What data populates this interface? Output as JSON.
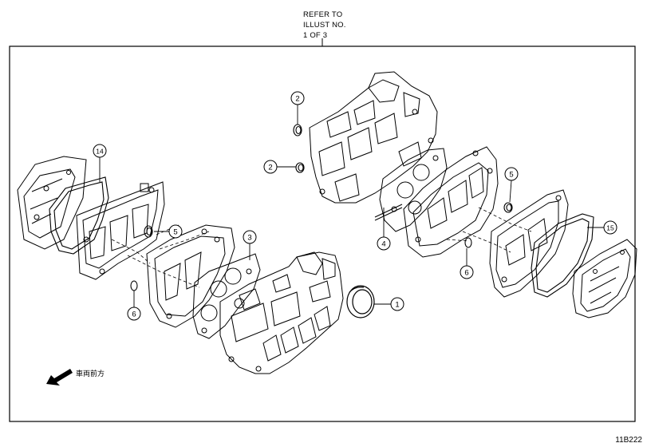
{
  "refer_note": {
    "line1": "REFER TO",
    "line2": "ILLUST NO.",
    "line3": "1 OF 3"
  },
  "direction_label": "車両前方",
  "figure_code": "11B222",
  "callouts": [
    {
      "id": "callout-1",
      "number": "1"
    },
    {
      "id": "callout-2a",
      "number": "2"
    },
    {
      "id": "callout-2b",
      "number": "2"
    },
    {
      "id": "callout-3",
      "number": "3"
    },
    {
      "id": "callout-4",
      "number": "4"
    },
    {
      "id": "callout-5a",
      "number": "5"
    },
    {
      "id": "callout-5b",
      "number": "5"
    },
    {
      "id": "callout-6a",
      "number": "6"
    },
    {
      "id": "callout-6b",
      "number": "6"
    },
    {
      "id": "callout-14",
      "number": "14"
    },
    {
      "id": "callout-15",
      "number": "15"
    }
  ]
}
